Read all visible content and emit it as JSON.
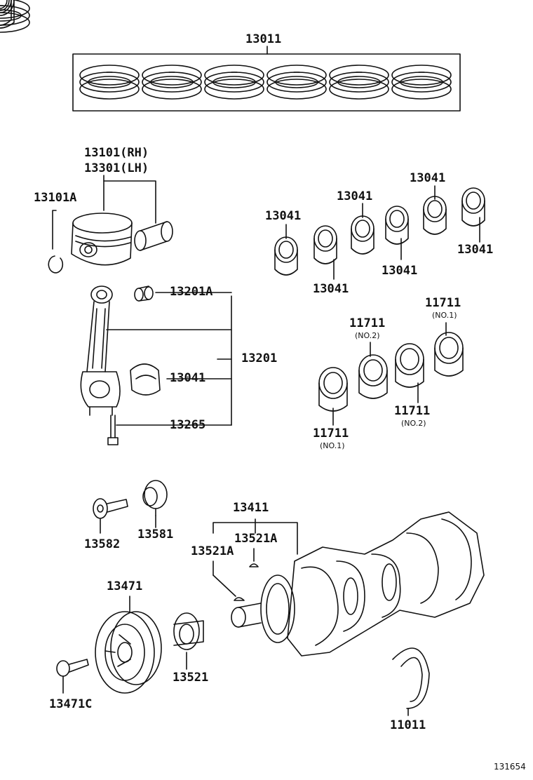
{
  "parts": {
    "p13011": "13011",
    "p13101": "13101(RH)",
    "p13301": "13301(LH)",
    "p13101A": "13101A",
    "p13201A": "13201A",
    "p13201": "13201",
    "p13041_rod": "13041",
    "p13265": "13265",
    "p13041_a": "13041",
    "p13041_b": "13041",
    "p13041_c": "13041",
    "p13041_d": "13041",
    "p13041_e": "13041",
    "p13041_f": "13041",
    "p11711_a": "11711",
    "p11711_b": "11711",
    "p11711_c": "11711",
    "p11711_d": "11711",
    "p13582": "13582",
    "p13581": "13581",
    "p13411": "13411",
    "p13521A_a": "13521A",
    "p13521A_b": "13521A",
    "p13471": "13471",
    "p13471C": "13471C",
    "p13521": "13521",
    "p11011": "11011"
  },
  "notes": {
    "no1_a": "(NO.1)",
    "no2_a": "(NO.2)",
    "no2_b": "(NO.2)",
    "no1_b": "(NO.1)"
  },
  "figure_id": "131654"
}
